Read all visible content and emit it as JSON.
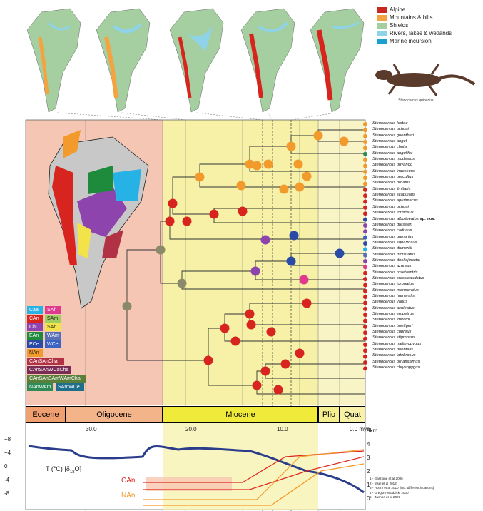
{
  "map_legend": [
    {
      "label": "Alpine",
      "color": "#c8281e"
    },
    {
      "label": "Mountains & hills",
      "color": "#f4a340"
    },
    {
      "label": "Shields",
      "color": "#a5cfa0"
    },
    {
      "label": "Rivers, lakes & wetlands",
      "color": "#8ed3e8"
    },
    {
      "label": "Marine incursion",
      "color": "#1aa0d0"
    }
  ],
  "lizard_caption": "Stenocercus quinarius",
  "taxa": [
    "Stenocercus festae",
    "Stenocercus ochoai",
    "Stenocercus guentheri",
    "Stenocercus angel",
    "Stenocercus chota",
    "Stenocercus angulifer",
    "Stenocercus modestus",
    "Stenocercus puyango",
    "Stenocercus iridescens",
    "Stenocercus percultus",
    "Stenocercus ornatus",
    "Stenocercus limitaris",
    "Stenocercus scapularis",
    "Stenocercus apurimacus",
    "Stenocercus ochoai",
    "Stenocercus formosus",
    "Stenocercus albolineatus",
    "sp. nov.",
    "Stenocercus dressleri",
    "Stenocercus caducus",
    "Stenocercus quinarius",
    "Stenocercus squarrosus",
    "Stenocercus dumerilii",
    "Stenocercus tricristatus",
    "Stenocercus doellojuradoi",
    "Stenocercus azureus",
    "Stenocercus roseiventris",
    "Stenocercus crassicaudatus",
    "Stenocercus torquatus",
    "Stenocercus marmoratus",
    "Stenocercus humeralis",
    "Stenocercus varius",
    "Stenocercus aculeatus",
    "Stenocercus empetrus",
    "Stenocercus imitator",
    "Stenocercus boettgeri",
    "Stenocercus cupreus",
    "Stenocercus stigmosus",
    "Stenocercus melanopygus",
    "Stenocercus orientalis",
    "Stenocercus latebrosus",
    "Stenocercus ornatissimus",
    "Stenocercus chrysopygus"
  ],
  "area_legend": [
    {
      "label": "Caa",
      "color": "#27b2e6"
    },
    {
      "label": "SAf",
      "color": "#e03a8e"
    },
    {
      "label": "CAn",
      "color": "#d8241e"
    },
    {
      "label": "SAm",
      "color": "#9fcf62"
    },
    {
      "label": "Chi",
      "color": "#8e44ad"
    },
    {
      "label": "SAn",
      "color": "#f3e34a"
    },
    {
      "label": "EAn",
      "color": "#1e8a3c"
    },
    {
      "label": "WAm",
      "color": "#5b6fb7"
    },
    {
      "label": "ECe",
      "color": "#2a4aa8"
    },
    {
      "label": "WCe",
      "color": "#3b63c4"
    },
    {
      "label": "NAn",
      "color": "#f39a2c"
    },
    {
      "label": "CAnSAnCha",
      "color": "#b23245"
    },
    {
      "label": "CAnSAnWCaCha",
      "color": "#7a2c55"
    },
    {
      "label": "CAnSAnSAmWAmCha",
      "color": "#5a7f3b"
    },
    {
      "label": "NAnWAm",
      "color": "#2e8b57"
    },
    {
      "label": "SAmWCe",
      "color": "#1f6f8c"
    }
  ],
  "epochs": [
    {
      "label": "Eocene",
      "bg": "#f0a070"
    },
    {
      "label": "Oligocene",
      "bg": "#f4b48a"
    },
    {
      "label": "Miocene",
      "bg": "#f0ea3a"
    },
    {
      "label": "Plio",
      "bg": "#f4ee90"
    },
    {
      "label": "Quat",
      "bg": "#f8f2a8"
    }
  ],
  "time_ticks": [
    "30.0",
    "20.0",
    "10.0",
    "0.0 mya"
  ],
  "left_axis": [
    "+8",
    "+4",
    "0",
    "-4",
    "-8"
  ],
  "right_axis": [
    "5km",
    "4",
    "3",
    "2",
    "1",
    "0"
  ],
  "temp_label": "T (°C) [δ",
  "temp_label_sub": "18",
  "temp_label_end": "O]",
  "curve_labels": {
    "can": "CAn",
    "nan": "NAn"
  },
  "references": [
    "1 - Garzione et al 2006",
    "2 - Insel et al 2012",
    "3 - Hoorn et al 2010 (incl. different locations)",
    "4 - Gregory-Wodzicki 2000",
    "5 - Zachos et al 2001"
  ]
}
